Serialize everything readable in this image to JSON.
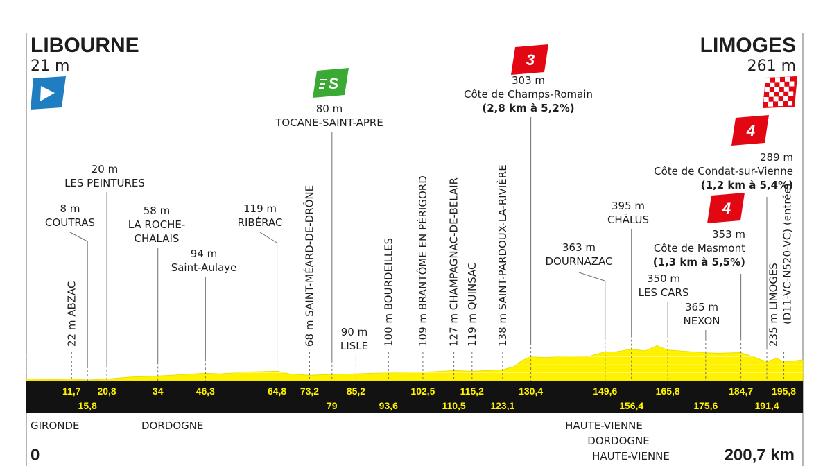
{
  "chart_data": {
    "type": "area",
    "start": {
      "name": "LIBOURNE",
      "altitude": "21 m",
      "km_label": "0"
    },
    "finish": {
      "name": "LIMOGES",
      "altitude": "261 m",
      "km_label": "200,7 km"
    },
    "xlim": [
      0,
      200.7
    ],
    "profile": {
      "x": [
        0,
        8,
        11.7,
        15.8,
        20.8,
        27,
        34,
        40,
        46.3,
        50,
        57,
        64.8,
        68,
        73.2,
        79,
        85.2,
        90,
        93.6,
        98,
        102.5,
        106,
        110.5,
        115.2,
        119,
        123.1,
        126,
        128,
        130.4,
        134,
        140,
        145,
        149.6,
        152,
        156.4,
        160,
        163,
        165.8,
        170,
        175.6,
        179,
        184.7,
        186,
        188,
        190,
        191.4,
        194,
        195.8,
        200.7
      ],
      "y": [
        21,
        15,
        22,
        8,
        20,
        45,
        58,
        75,
        94,
        85,
        110,
        119,
        85,
        68,
        79,
        85,
        95,
        100,
        105,
        109,
        115,
        127,
        119,
        128,
        138,
        175,
        250,
        303,
        290,
        310,
        300,
        363,
        360,
        395,
        375,
        440,
        385,
        370,
        350,
        345,
        353,
        330,
        300,
        260,
        240,
        280,
        235,
        261
      ]
    },
    "km_ticks_row1": [
      "11,7",
      "20,8",
      "34",
      "46,3",
      "64,8",
      "73,2",
      "85,2",
      "102,5",
      "115,2",
      "130,4",
      "149,6",
      "165,8",
      "184,7",
      "195,8"
    ],
    "km_ticks_row1_x": [
      11.7,
      20.8,
      34,
      46.3,
      64.8,
      73.2,
      85.2,
      102.5,
      115.2,
      130.4,
      149.6,
      165.8,
      184.7,
      195.8
    ],
    "km_ticks_row2": [
      "15,8",
      "79",
      "93,6",
      "110,5",
      "123,1",
      "156,4",
      "175,6",
      "191,4"
    ],
    "km_ticks_row2_x": [
      15.8,
      79,
      93.6,
      110.5,
      123.1,
      156.4,
      175.6,
      191.4
    ],
    "waypoints_horizontal": [
      {
        "km": 15.8,
        "alt": "8 m",
        "name": "COUTRAS"
      },
      {
        "km": 20.8,
        "alt": "20 m",
        "name": "LES PEINTURES"
      },
      {
        "km": 34,
        "alt": "58 m",
        "name": "LA ROCHE-",
        "name2": "CHALAIS"
      },
      {
        "km": 46.3,
        "alt": "94 m",
        "name": "Saint-Aulaye"
      },
      {
        "km": 64.8,
        "alt": "119 m",
        "name": "RIBÉRAC"
      },
      {
        "km": 79,
        "alt": "80 m",
        "name": "TOCANE-SAINT-APRE"
      },
      {
        "km": 85.2,
        "alt": "90 m",
        "name": "LISLE"
      },
      {
        "km": 130.4,
        "alt": "303 m",
        "name": "Côte de Champs-Romain",
        "detail": "(2,8 km à 5,2%)"
      },
      {
        "km": 149.6,
        "alt": "363 m",
        "name": "DOURNAZAC"
      },
      {
        "km": 156.4,
        "alt": "395 m",
        "name": "CHÂLUS"
      },
      {
        "km": 165.8,
        "alt": "350 m",
        "name": "LES CARS"
      },
      {
        "km": 175.6,
        "alt": "365 m",
        "name": "NEXON"
      },
      {
        "km": 184.7,
        "alt": "353 m",
        "name": "Côte de Masmont",
        "detail": "(1,3 km à 5,5%)"
      },
      {
        "km": 191.4,
        "alt": "289 m",
        "name": "Côte de Condat-sur-Vienne",
        "detail": "(1,2 km à 5,4%)"
      }
    ],
    "waypoints_vertical": [
      {
        "km": 11.7,
        "label": "22 m ABZAC"
      },
      {
        "km": 73.2,
        "label": "68 m SAINT-MÉARD-DE-DRÔNE"
      },
      {
        "km": 93.6,
        "label": "100 m BOURDEILLES"
      },
      {
        "km": 102.5,
        "label": "109 m BRANTÔME EN PÉRIGORD"
      },
      {
        "km": 110.5,
        "label": "127 m CHAMPAGNAC-DE-BELAIR"
      },
      {
        "km": 115.2,
        "label": "119 m QUINSAC"
      },
      {
        "km": 123.1,
        "label": "138 m SAINT-PARDOUX-LA-RIVIÈRE"
      },
      {
        "km": 195.8,
        "label": "235 m LIMOGES",
        "label2": "(D11-VC-N520-VC) (entrée)"
      }
    ],
    "climb_badges": [
      {
        "text": "3",
        "km": 130.4
      },
      {
        "text": "4",
        "km": 184.7
      },
      {
        "text": "4",
        "km": 191.4
      }
    ],
    "sprint_badge": {
      "text": "S",
      "km": 79
    },
    "regions": [
      {
        "text": "GIRONDE"
      },
      {
        "text": "DORDOGNE"
      },
      {
        "text": "HAUTE-VIENNE"
      },
      {
        "text": "DORDOGNE"
      },
      {
        "text": "HAUTE-VIENNE"
      }
    ],
    "colors": {
      "profile": "#fff200",
      "bar": "#121212",
      "km_text": "#fff200",
      "climb_badge": "#e30613",
      "sprint_badge": "#3aaa35",
      "start_flag": "#1f7dc1",
      "border": "#9d9d9c"
    }
  }
}
